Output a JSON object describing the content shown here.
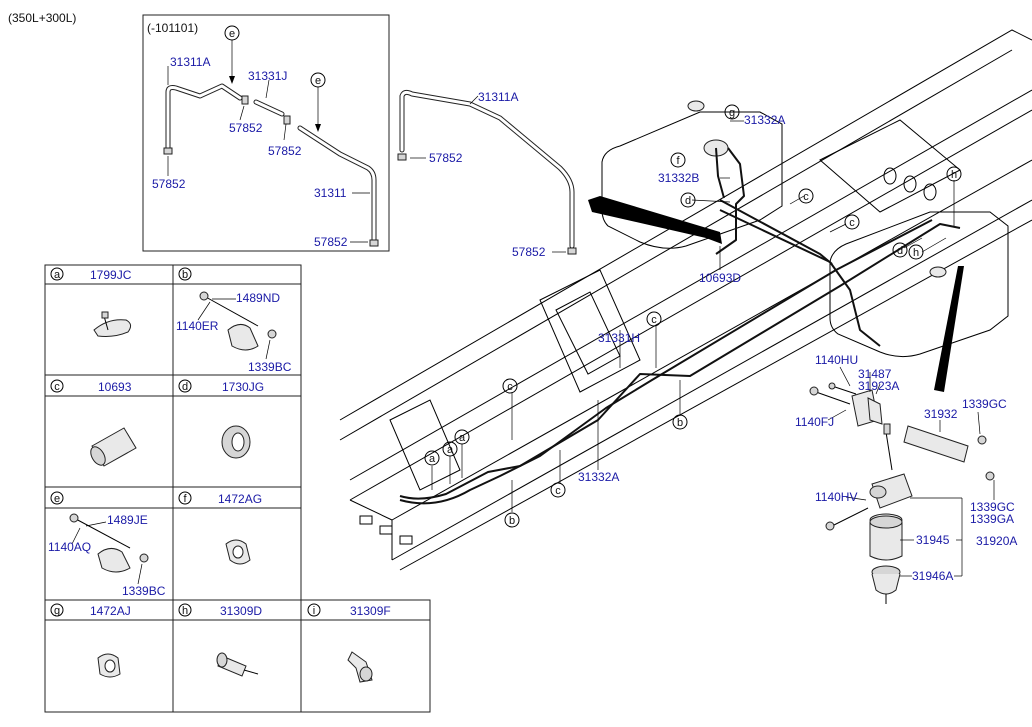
{
  "header": {
    "variant": "(350L+300L)"
  },
  "inset": {
    "title": "(-101101)",
    "labels": {
      "p31311A": "31311A",
      "p31331J": "31331J",
      "p57852_a": "57852",
      "p57852_b": "57852",
      "p57852_c": "57852",
      "p31311": "31311",
      "p57852_d": "57852",
      "ce1": "e",
      "ce2": "e"
    }
  },
  "main": {
    "labels": {
      "p31311A": "31311A",
      "p57852_1": "57852",
      "p57852_2": "57852",
      "p31332A_top": "31332A",
      "p31332B": "31332B",
      "p10693D": "10693D",
      "p31331H": "31331H",
      "p31332A_bot": "31332A",
      "p1140HU": "1140HU",
      "p31487": "31487",
      "p31923A": "31923A",
      "p1140FJ": "1140FJ",
      "p31932": "31932",
      "p1339GC_1": "1339GC",
      "p1140HV": "1140HV",
      "p1339GC_2": "1339GC",
      "p1339GA": "1339GA",
      "p31945": "31945",
      "p31920A": "31920A",
      "p31946A": "31946A"
    },
    "callouts": {
      "g": "g",
      "f": "f",
      "d1": "d",
      "c1": "c",
      "c2": "c",
      "h1": "h",
      "d2": "d",
      "h2": "h",
      "c3": "c",
      "c4": "c",
      "b1": "b",
      "a1": "a",
      "a2": "a",
      "a3": "a",
      "c5": "c",
      "b2": "b"
    }
  },
  "legend": {
    "cells": [
      {
        "key": "a",
        "part": "1799JC"
      },
      {
        "key": "b",
        "part": "1489ND",
        "extra": [
          "1140ER",
          "1339BC"
        ]
      },
      {
        "key": "c",
        "part": "10693"
      },
      {
        "key": "d",
        "part": "1730JG"
      },
      {
        "key": "e",
        "part": "1489JE",
        "extra": [
          "1140AQ",
          "1339BC"
        ]
      },
      {
        "key": "f",
        "part": "1472AG"
      },
      {
        "key": "g",
        "part": "1472AJ"
      },
      {
        "key": "h",
        "part": "31309D"
      },
      {
        "key": "i",
        "part": "31309F"
      }
    ]
  }
}
